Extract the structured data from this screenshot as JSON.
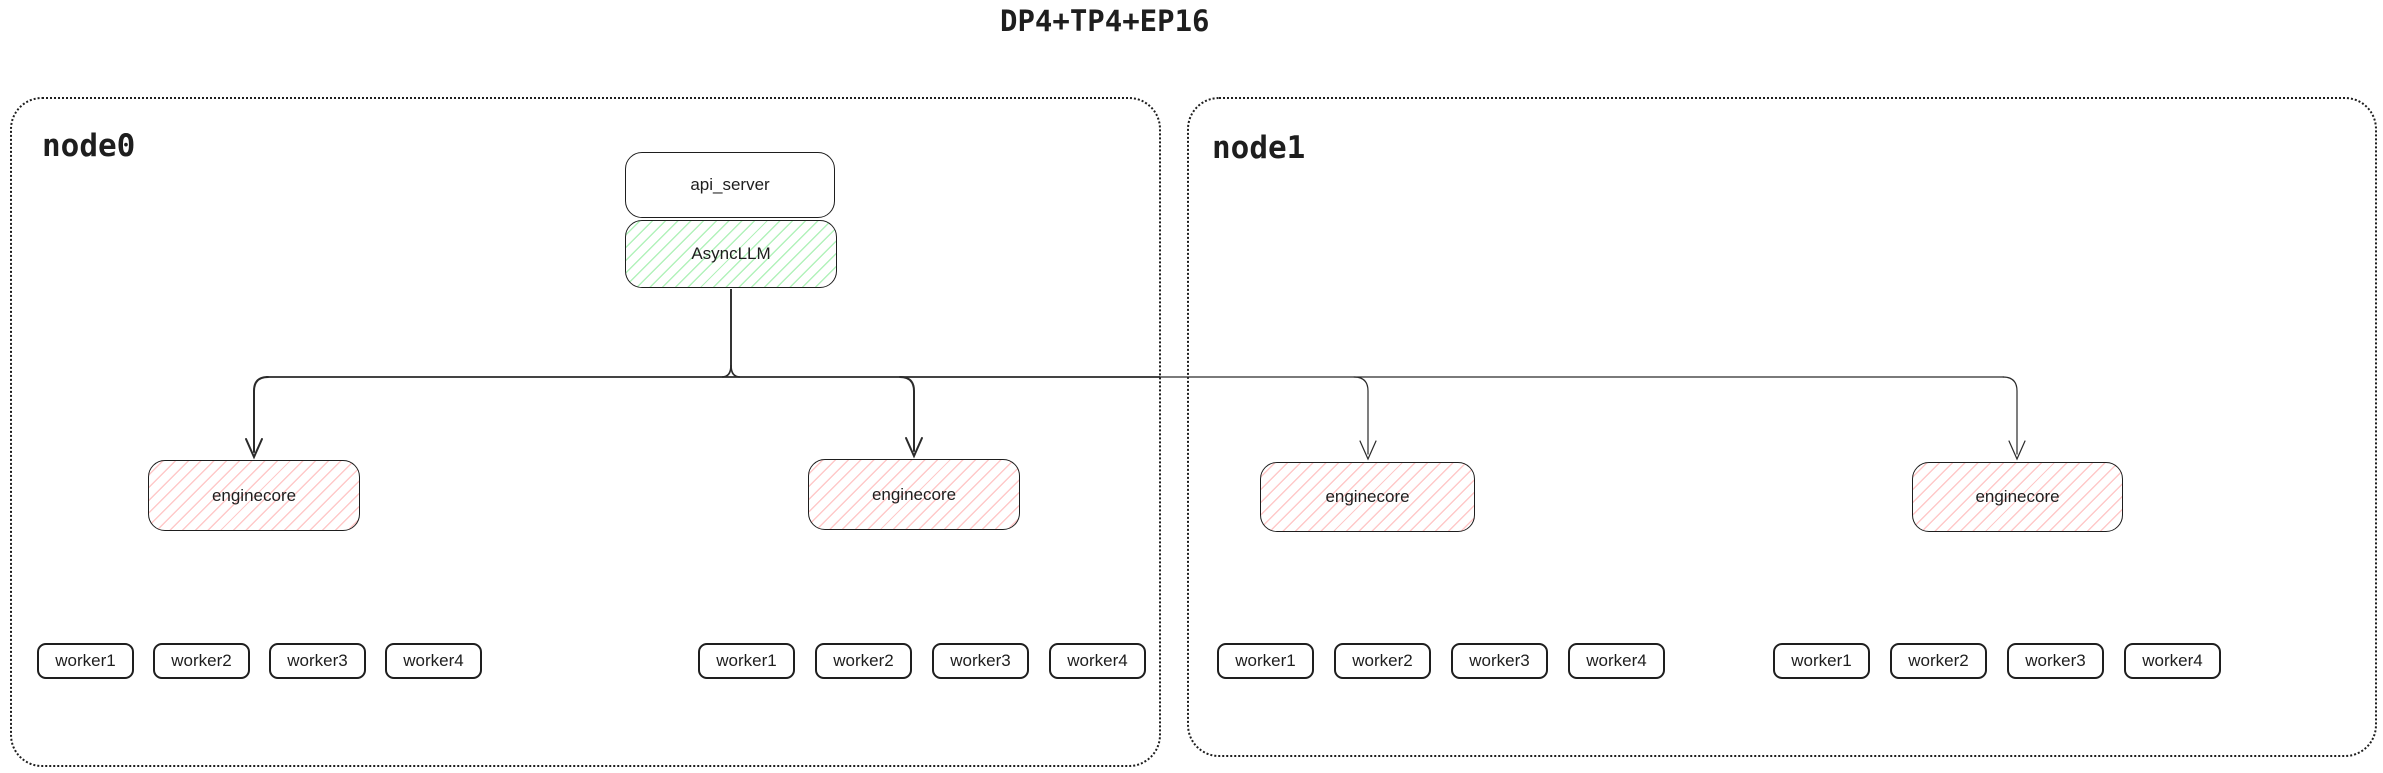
{
  "title": "DP4+TP4+EP16",
  "colors": {
    "stroke": "#1e1e1e",
    "green": "#b2f2bb",
    "pink": "#ffc9c9"
  },
  "node0": {
    "label": "node0",
    "api_server_label": "api_server",
    "async_llm_label": "AsyncLLM"
  },
  "node1": {
    "label": "node1"
  },
  "enginecores": [
    {
      "label": "enginecore"
    },
    {
      "label": "enginecore"
    },
    {
      "label": "enginecore"
    },
    {
      "label": "enginecore"
    }
  ],
  "worker_groups": [
    {
      "workers": [
        "worker1",
        "worker2",
        "worker3",
        "worker4"
      ]
    },
    {
      "workers": [
        "worker1",
        "worker2",
        "worker3",
        "worker4"
      ]
    },
    {
      "workers": [
        "worker1",
        "worker2",
        "worker3",
        "worker4"
      ]
    },
    {
      "workers": [
        "worker1",
        "worker2",
        "worker3",
        "worker4"
      ]
    }
  ]
}
